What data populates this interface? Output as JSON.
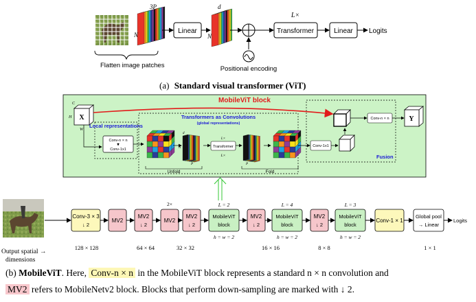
{
  "vit": {
    "flatten_label": "Flatten image patches",
    "dim_3p": "3P",
    "dim_n": "N",
    "linear_label": "Linear",
    "dim_d": "d",
    "dim_n2": "N",
    "plus": "+",
    "pos_enc_label": "Positional encoding",
    "repeat_label": "L×",
    "transformer_label": "Transformer",
    "linear2_label": "Linear",
    "logits_label": "Logits",
    "caption_prefix": "(a)",
    "caption_bold": "Standard visual transformer (ViT)"
  },
  "mvit_block": {
    "title": "MobileViT block",
    "x_label": "X",
    "y_label": "Y",
    "c_label": "C",
    "h_label": "H",
    "w_label": "W",
    "local_title": "Local representations",
    "conv_nn": "Conv-n × n",
    "conv_1x1": "Conv-1x1",
    "tac_title": "Transformers as Convolutions",
    "tac_sub": "(global representations)",
    "unfold_label": "Unfold",
    "fold_label": "Fold",
    "transformer_label": "Transformer",
    "repeat_label": "L×",
    "conv_1x1_b": "Conv-1x1",
    "conv_nn_b": "Conv-n × n",
    "fusion_label": "Fusion",
    "p_label": "P",
    "n_label": "N",
    "d_label": "d"
  },
  "pipeline": {
    "blocks": [
      {
        "label": "Conv-3 × 3",
        "sub": "↓ 2",
        "kind": "conv"
      },
      {
        "label": "MV2",
        "sub": "",
        "kind": "mv2"
      },
      {
        "label": "MV2",
        "sub": "↓ 2",
        "kind": "mv2"
      },
      {
        "label": "MV2",
        "sub": "",
        "kind": "mv2"
      },
      {
        "label": "MV2",
        "sub": "↓ 2",
        "kind": "mv2"
      },
      {
        "label": "MobileViT",
        "sub": "block",
        "kind": "mvit"
      },
      {
        "label": "MV2",
        "sub": "↓ 2",
        "kind": "mv2"
      },
      {
        "label": "MobileViT",
        "sub": "block",
        "kind": "mvit"
      },
      {
        "label": "MV2",
        "sub": "↓ 2",
        "kind": "mv2"
      },
      {
        "label": "MobileViT",
        "sub": "block",
        "kind": "mvit"
      },
      {
        "label": "Conv-1 × 1",
        "sub": "",
        "kind": "conv"
      },
      {
        "label": "Global pool",
        "sub": "→ Linear",
        "kind": "plain"
      }
    ],
    "repeat_2x": "2×",
    "l_vals": [
      "L = 2",
      "L = 4",
      "L = 3"
    ],
    "hw_vals": [
      "h = w = 2",
      "h = w = 2",
      "h = w = 2"
    ],
    "logits": "Logits",
    "spatial_title": "Output spatial →",
    "spatial_title2": "dimensions",
    "dims": [
      "128 × 128",
      "64 × 64",
      "32 × 32",
      "16 × 16",
      "8 × 8",
      "1 × 1"
    ]
  },
  "caption_b": {
    "prefix": "(b)",
    "bold": "MobileViT",
    "t1": ". Here,",
    "hl_conv": "Conv-n × n",
    "t2": "in the MobileViT block represents a standard n × n convolution and",
    "hl_mv2": "MV2",
    "t3": "refers to MobileNetv2 block. Blocks that perform down-sampling are marked with ↓ 2."
  },
  "colors": {
    "green_panel": "#ccf3c6",
    "conv_yellow": "#fdf8bb",
    "mv2_pink": "#f6c6cb",
    "mvit_green": "#c9f0c3",
    "red_arrow": "#e21b1b",
    "blue_text": "#1a1ad6"
  }
}
